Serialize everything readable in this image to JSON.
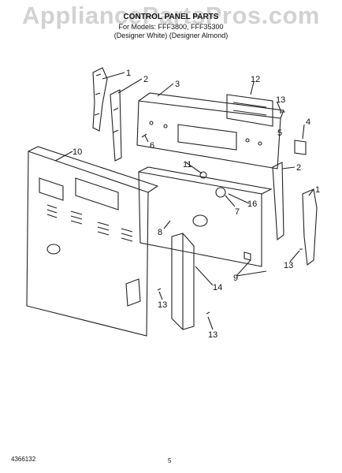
{
  "watermark": "AppliancePartsPros.com",
  "title": "CONTROL PANEL PARTS",
  "model_line": "For Models: FFF3800, FFF35300",
  "variant_line": "(Designer White) (Designer Almond)",
  "callouts": [
    "1",
    "2",
    "3",
    "12",
    "13",
    "4",
    "5",
    "10",
    "6",
    "11",
    "2",
    "7",
    "16",
    "8",
    "1",
    "9",
    "13",
    "14",
    "13",
    "13"
  ],
  "footer": {
    "doc_number": "4366132",
    "page_number": "5"
  }
}
